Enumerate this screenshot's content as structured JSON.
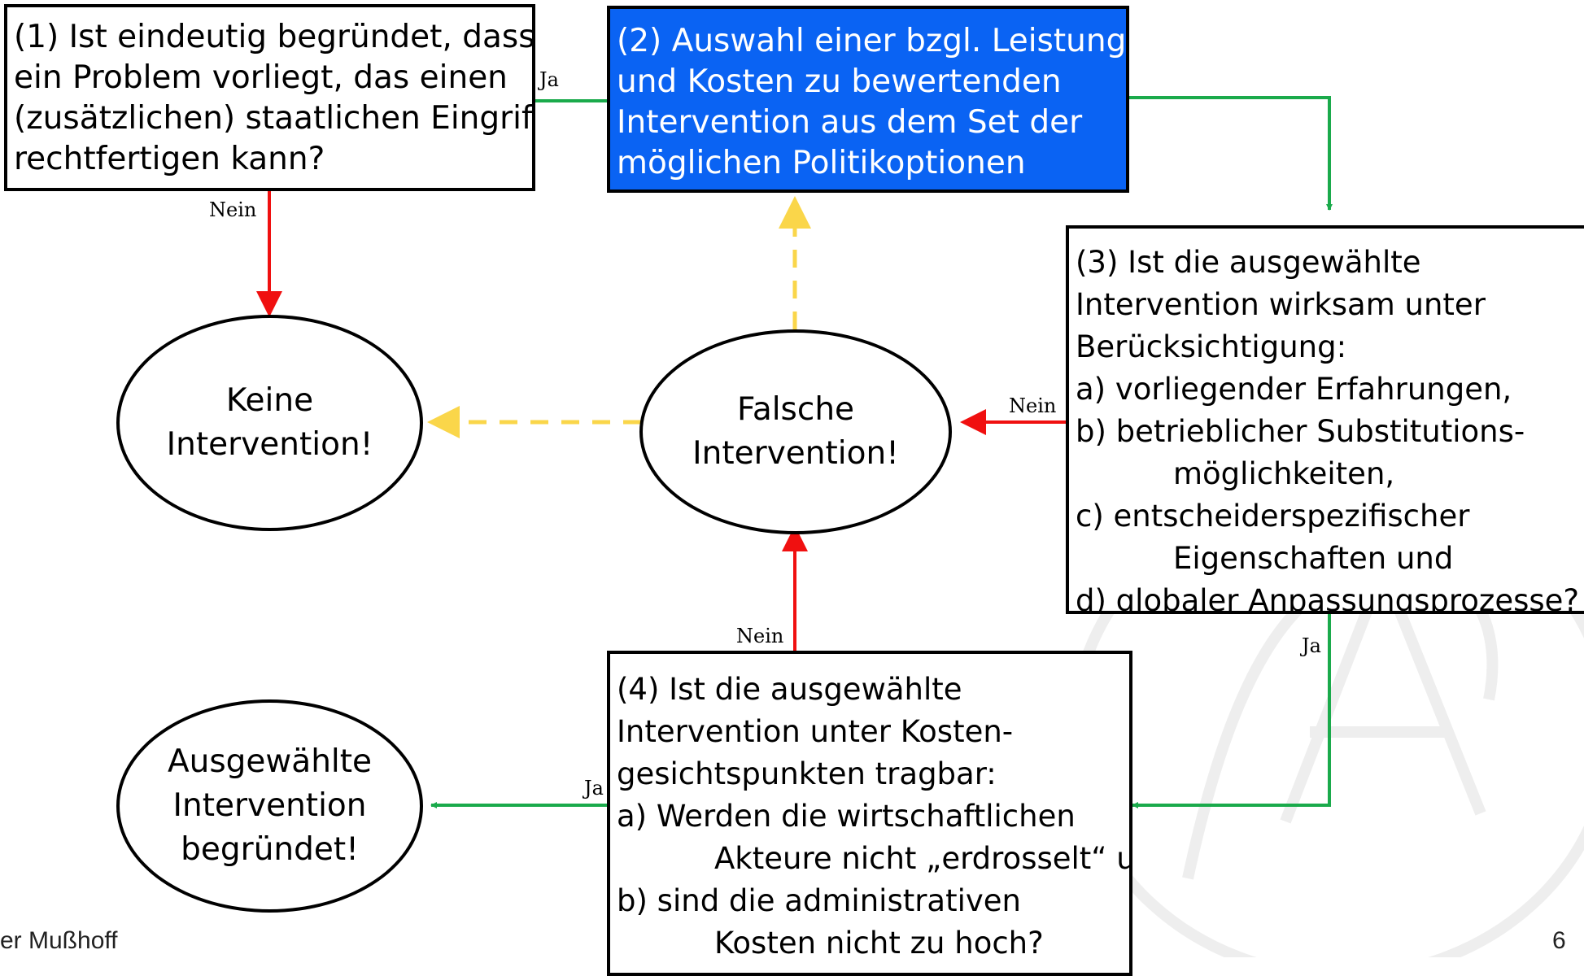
{
  "boxes": {
    "box1": [
      "(1) Ist eindeutig begründet, dass",
      "ein Problem vorliegt, das einen",
      "(zusätzlichen) staatlichen Eingriff",
      "rechtfertigen kann?"
    ],
    "box2": [
      "(2) Auswahl einer bzgl. Leistung",
      "und Kosten zu bewertenden",
      "Intervention aus dem Set der",
      "möglichen Politikoptionen"
    ],
    "box3": {
      "lines": [
        "(3) Ist die ausgewählte",
        "Intervention wirksam unter",
        "Berücksichtigung:"
      ],
      "items": [
        "a) vorliegender Erfahrungen,",
        "b) betrieblicher Substitutions-möglichkeiten,",
        "c) entscheiderspezifischer Eigenschaften und",
        "d) globaler Anpassungsprozesse?"
      ]
    },
    "box4": {
      "lines": [
        "(4) Ist die ausgewählte",
        "Intervention unter Kosten-",
        "gesichtspunkten tragbar:"
      ],
      "items": [
        "a) Werden die wirtschaftlichen Akteure nicht „erdrosselt“ und",
        "b) sind die administrativen Kosten nicht zu hoch?"
      ]
    }
  },
  "ellipses": {
    "keine": [
      "Keine",
      "Intervention!"
    ],
    "falsche": [
      "Falsche",
      "Intervention!"
    ],
    "ausgewaehlte": [
      "Ausgewählte",
      "Intervention",
      "begründet!"
    ]
  },
  "labels": {
    "ja1": "Ja",
    "nein1": "Nein",
    "nein3": "Nein",
    "ja3": "Ja",
    "nein4": "Nein",
    "ja4": "Ja"
  },
  "footer": {
    "author": "er Mußhoff",
    "page": "6"
  },
  "colors": {
    "yes_arrow": "#1aaa4b",
    "no_arrow": "#f01010",
    "retry_arrow": "#fad64a",
    "highlight_box": "#0a63f3"
  }
}
